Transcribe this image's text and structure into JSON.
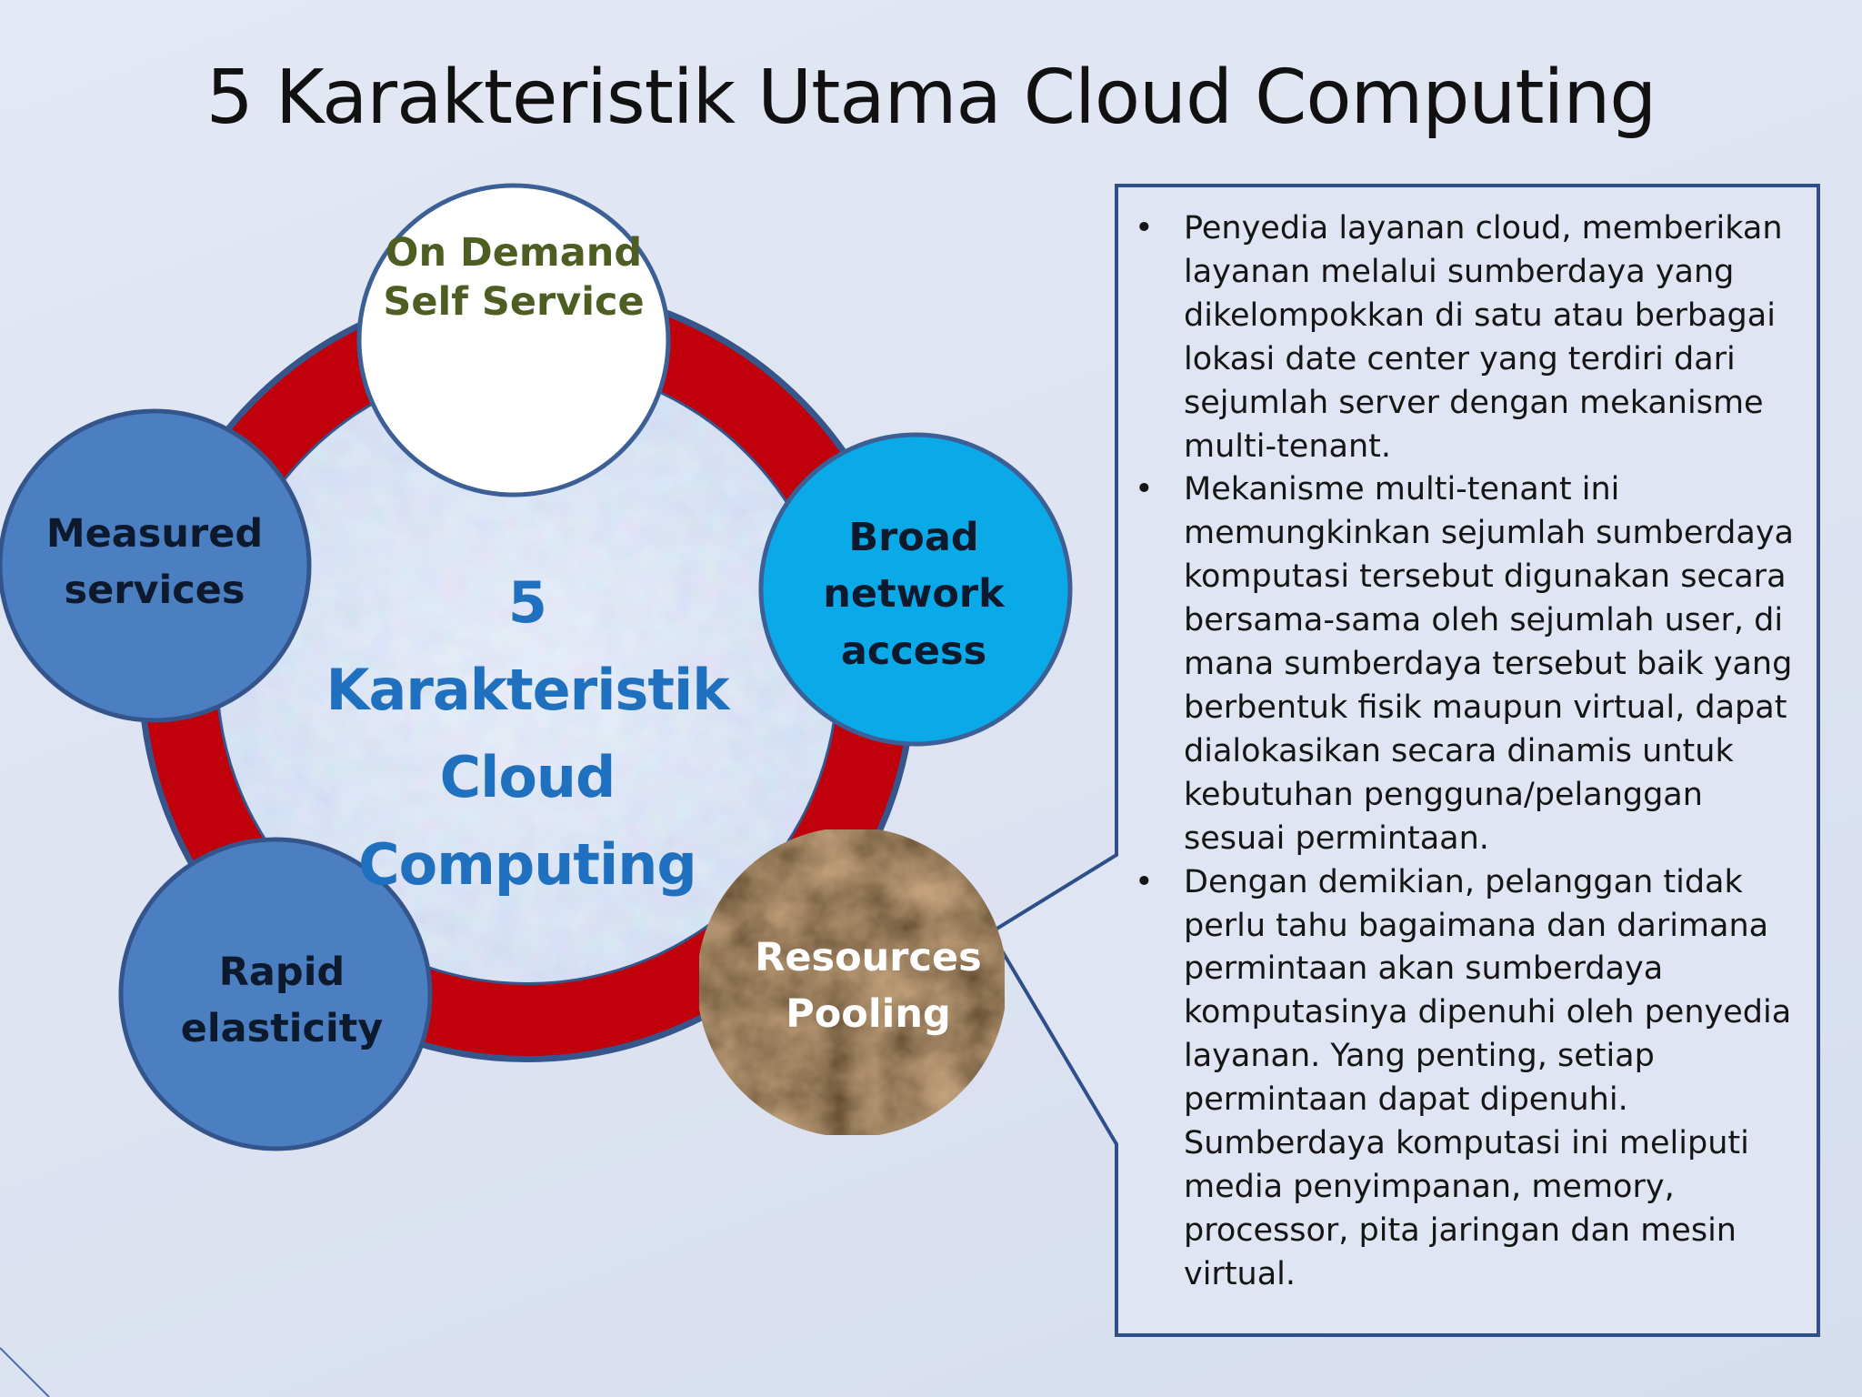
{
  "slide": {
    "title": "5 Karakteristik Utama Cloud Computing"
  },
  "diagram": {
    "center_title": "5 Karakteristik\nCloud\nComputing",
    "ring_color": "#c0000a",
    "nodes": [
      {
        "id": "on-demand",
        "label": "On Demand\nSelf  Service",
        "fill": "#ffffff",
        "text_color": "#4e5e22"
      },
      {
        "id": "broad-network",
        "label": "Broad\nnetwork\naccess",
        "fill": "#0aaae8",
        "text_color": "#0d1a2e"
      },
      {
        "id": "resources-pooling",
        "label": "Resources\nPooling",
        "fill": "#5a3a22",
        "text_color": "#ffffff"
      },
      {
        "id": "rapid-elasticity",
        "label": "Rapid\nelasticity",
        "fill": "#4b7fc1",
        "text_color": "#0d1a2e"
      },
      {
        "id": "measured-services",
        "label": "Measured\nservices",
        "fill": "#4b7fc1",
        "text_color": "#0d1a2e"
      }
    ]
  },
  "callout": {
    "bullet": "•",
    "items": [
      "Penyedia layanan cloud, memberikan layanan melalui sumberdaya yang dikelompokkan di satu atau berbagai lokasi date center yang terdiri dari sejumlah server dengan mekanisme multi-tenant.",
      "Mekanisme multi-tenant ini memungkinkan sejumlah sumberdaya komputasi tersebut digunakan secara bersama-sama oleh sejumlah user, di mana sumberdaya tersebut baik yang berbentuk fisik maupun virtual, dapat dialokasikan secara dinamis untuk kebutuhan pengguna/pelanggan sesuai permintaan.",
      "Dengan demikian, pelanggan tidak perlu tahu bagaimana dan darimana permintaan akan sumberdaya komputasinya dipenuhi oleh penyedia layanan. Yang penting, setiap permintaan dapat dipenuhi. Sumberdaya komputasi ini meliputi media penyimpanan, memory, processor, pita jaringan dan mesin virtual."
    ]
  }
}
